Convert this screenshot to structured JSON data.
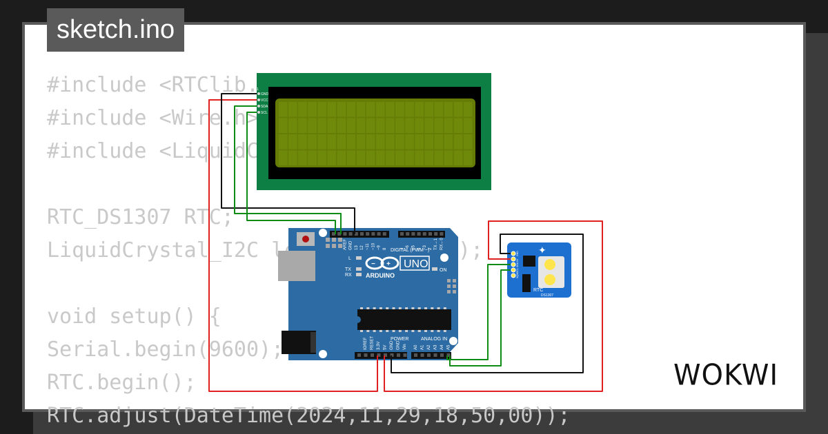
{
  "title": "sketch.ino",
  "code_lines": [
    "#include <RTClib.h>",
    "#include <Wire.h>",
    "#include <LiquidCrystal_I2C.h>",
    "",
    "RTC_DS1307 RTC;",
    "LiquidCrystal_I2C lcd(0x27, 20, 4);",
    "",
    "void setup() {",
    "Serial.begin(9600);",
    "RTC.begin();",
    "RTC.adjust(DateTime(2024,11,29,18,50,00));"
  ],
  "brand": "WOKWI",
  "lcd": {
    "pins": [
      "GND",
      "VCC",
      "SDA",
      "SCL"
    ]
  },
  "arduino": {
    "model": "UNO",
    "brand_text": "ARDUINO",
    "digital_header": "DIGITAL (PWM ~)",
    "digital_pins": [
      "AREF",
      "GND",
      "13",
      "12",
      "~11",
      "~10",
      "~9",
      "8",
      "7",
      "~6",
      "~5",
      "4",
      "~3",
      "2",
      "TX→1",
      "RX←0"
    ],
    "power_label": "POWER",
    "power_pins": [
      "IOREF",
      "RESET",
      "3.3V",
      "5V",
      "GND",
      "GND",
      "Vin"
    ],
    "analog_label": "ANALOG IN",
    "analog_pins": [
      "A0",
      "A1",
      "A2",
      "A3",
      "A4",
      "A5"
    ],
    "led_labels": [
      "L",
      "TX",
      "RX",
      "ON"
    ]
  },
  "rtc": {
    "label": "RTC",
    "chip": "DS1307",
    "pins": [
      "GND",
      "5V",
      "SDA",
      "SCL",
      "SQW"
    ]
  },
  "colors": {
    "board": "#2c6ba3",
    "lcd_pcb": "#0d7f44",
    "lcd_screen": "#657c06",
    "wire_red": "#e02020",
    "wire_black": "#111111",
    "wire_green": "#0d8b14"
  }
}
